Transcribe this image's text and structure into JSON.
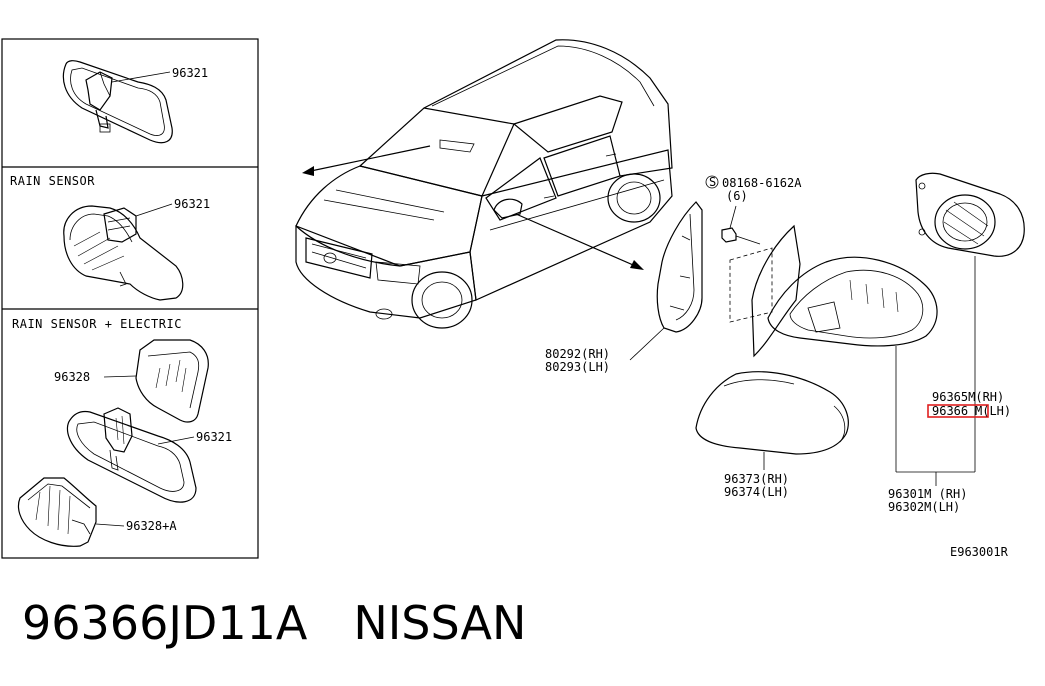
{
  "panels": {
    "top": {
      "part_label": "96321"
    },
    "middle": {
      "title": "RAIN SENSOR",
      "part_label": "96321"
    },
    "bottom": {
      "title": "RAIN SENSOR + ELECTRIC",
      "cover_label": "96328",
      "mirror_label": "96321",
      "lower_cover_label": "96328+A"
    }
  },
  "callouts": {
    "bolt_line1": "08168-6162A",
    "bolt_line2": "(6)",
    "bolt_symbol": "S",
    "finisher_rh": "80292(RH)",
    "finisher_lh": "80293(LH)",
    "glass_rh": "96365M(RH)",
    "glass_lh_part": "96366",
    "glass_lh_suffix": "M(LH)",
    "cap_rh": "96373(RH)",
    "cap_lh": "96374(LH)",
    "assy_rh": "96301M (RH)",
    "assy_lh": "96302M(LH)",
    "diagram_code": "E963001R"
  },
  "footer": {
    "part_number": "96366JD11A",
    "brand": "NISSAN"
  },
  "colors": {
    "highlight": "#e02020",
    "line": "#000000",
    "background": "#ffffff"
  }
}
